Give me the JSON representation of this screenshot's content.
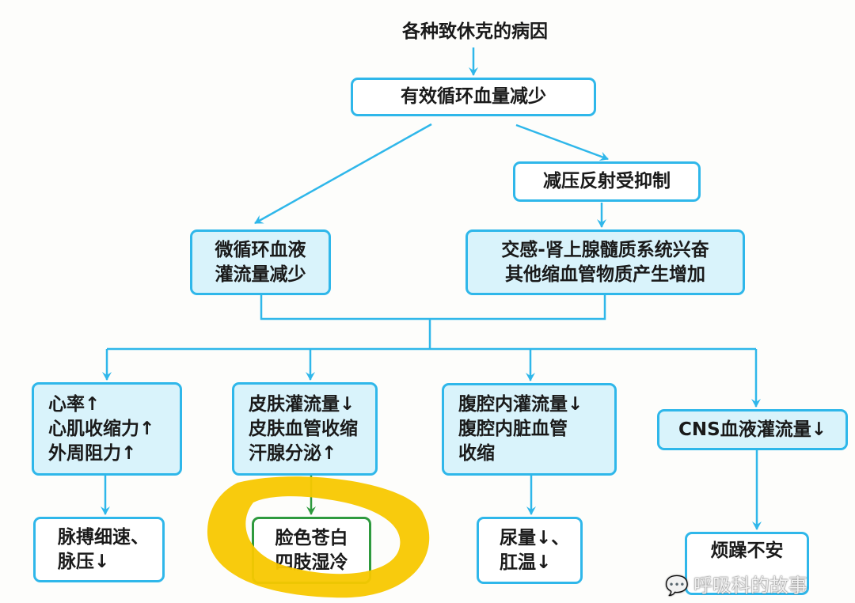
{
  "title": "各种致休克的病因",
  "nodes": {
    "effective_volume": "有效循环血量减少",
    "baroreflex": "减压反射受抑制",
    "microcirculation": [
      "微循环血液",
      "灌流量减少"
    ],
    "sympathetic": [
      "交感-肾上腺髓质系统兴奋",
      "其他缩血管物质产生增加"
    ],
    "heart": [
      "心率↑",
      "心肌收缩力↑",
      "外周阻力↑"
    ],
    "skin": [
      "皮肤灌流量↓",
      "皮肤血管收缩",
      "汗腺分泌↑"
    ],
    "abdomen": [
      "腹腔内灌流量↓",
      "腹腔内脏血管",
      "收缩"
    ],
    "cns": "CNS血液灌流量↓",
    "pulse": [
      "脉搏细速、",
      "脉压↓"
    ],
    "face": [
      "脸色苍白",
      "四肢湿冷"
    ],
    "urine": [
      "尿量↓、",
      "肛温↓"
    ],
    "restless": "烦躁不安"
  },
  "watermark": "呼吸科的故事",
  "colors": {
    "line": "#2fb7ea",
    "fill": "#d9f3fb",
    "highlight": "#f8c800",
    "green": "#2e9a3e"
  }
}
